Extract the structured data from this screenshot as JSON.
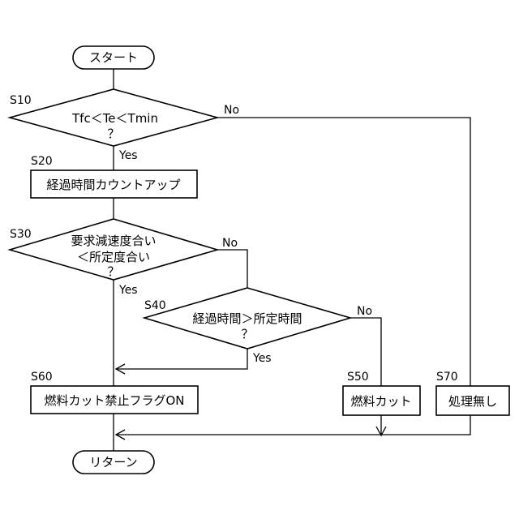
{
  "nodes": {
    "start": "スタート",
    "s10": {
      "step": "S10",
      "line1": "Tfc＜Te＜Tmin",
      "line2": "？"
    },
    "s20": {
      "step": "S20",
      "text": "経過時間カウントアップ"
    },
    "s30": {
      "step": "S30",
      "line1": "要求減速度合い",
      "line2": "＜所定度合い",
      "line3": "？"
    },
    "s40": {
      "step": "S40",
      "line1": "経過時間＞所定時間",
      "line2": "？"
    },
    "s50": {
      "step": "S50",
      "text": "燃料カット"
    },
    "s60": {
      "step": "S60",
      "text": "燃料カット禁止フラグON"
    },
    "s70": {
      "step": "S70",
      "text": "処理無し"
    },
    "end": "リターン"
  },
  "branch_labels": {
    "s10_no": "No",
    "s10_yes": "Yes",
    "s30_no": "No",
    "s30_yes": "Yes",
    "s40_no": "No",
    "s40_yes": "Yes"
  }
}
